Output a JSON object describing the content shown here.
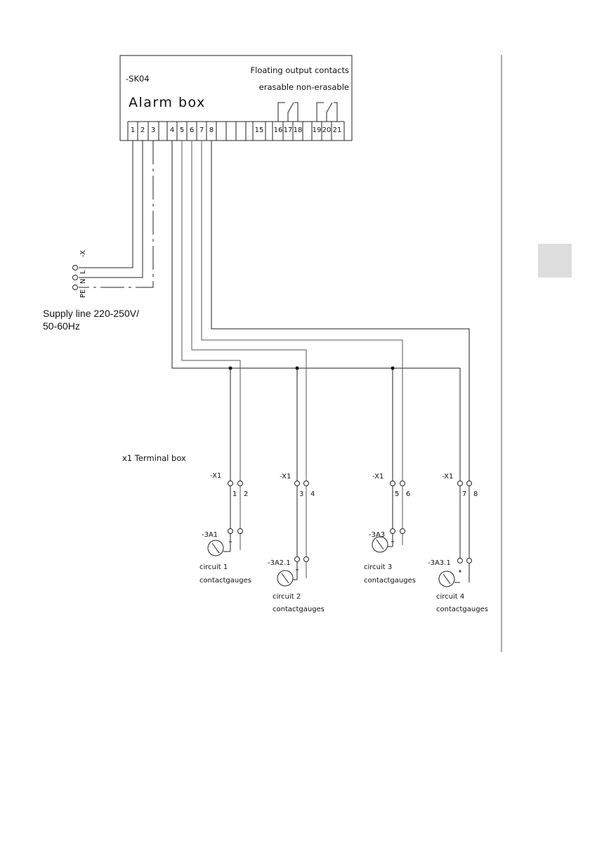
{
  "alarm_box": {
    "ref": "-SK04",
    "title": "Alarm box",
    "floating_label": "Floating output contacts",
    "erasable_label": "erasable non-erasable",
    "terminals": [
      "1",
      "2",
      "3",
      "4",
      "5",
      "6",
      "7",
      "8",
      "15",
      "16",
      "17",
      "18",
      "19",
      "20",
      "21"
    ]
  },
  "supply": {
    "x_label": "-X",
    "l_label": "L",
    "n_label": "N",
    "pe_label": "PE",
    "line1": "Supply line 220-250V/",
    "line2": "50-60Hz"
  },
  "terminal_box_label": "x1 Terminal box",
  "circuits": [
    {
      "x_ref": "-X1",
      "t_a": "1",
      "t_b": "2",
      "dev": "-3A1",
      "name": "circuit 1",
      "type": "contactgauges"
    },
    {
      "x_ref": "-X1",
      "t_a": "3",
      "t_b": "4",
      "dev": "-3A2.1",
      "name": "circuit 2",
      "type": "contactgauges"
    },
    {
      "x_ref": "-X1",
      "t_a": "5",
      "t_b": "6",
      "dev": "-3A3",
      "name": "circuit 3",
      "type": "contactgauges"
    },
    {
      "x_ref": "-X1",
      "t_a": "7",
      "t_b": "8",
      "dev": "-3A3.1",
      "name": "circuit 4",
      "type": "contactgauges"
    }
  ],
  "colors": {
    "line": "#222222",
    "tab": "#dddddd"
  }
}
